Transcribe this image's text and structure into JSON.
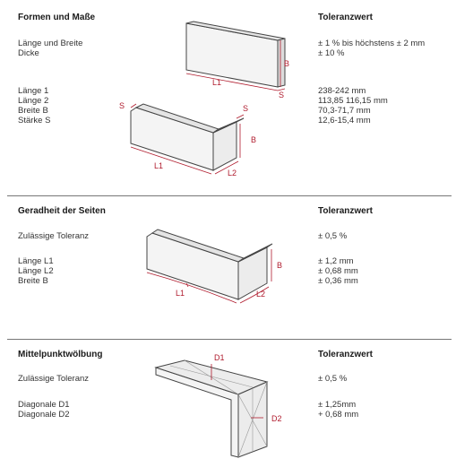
{
  "section1": {
    "title": "Formen und Maße",
    "value_header": "Toleranzwert",
    "rows": [
      {
        "label": "Länge und Breite",
        "value": "± 1 % bis höchstens ± 2 mm"
      },
      {
        "label": "Dicke",
        "value": "± 10 %"
      },
      {
        "label": "Länge 1",
        "value": "238-242 mm"
      },
      {
        "label": "Länge 2",
        "value": "113,85 116,15 mm"
      },
      {
        "label": "Breite B",
        "value": "70,3-71,7 mm"
      },
      {
        "label": "Stärke S",
        "value": "12,6-15,4 mm"
      }
    ],
    "diagram_a": {
      "l1": "L1",
      "b": "B",
      "s": "S"
    },
    "diagram_b": {
      "s_left": "S",
      "s_right": "S",
      "b": "B",
      "l1": "L1",
      "l2": "L2"
    }
  },
  "section2": {
    "title": "Geradheit der Seiten",
    "value_header": "Toleranzwert",
    "rows": [
      {
        "label": "Zulässige Toleranz",
        "value": "± 0,5 %"
      },
      {
        "label": "Länge L1",
        "value": "± 1,2 mm"
      },
      {
        "label": "Länge L2",
        "value": "± 0,68 mm"
      },
      {
        "label": "Breite B",
        "value": "± 0,36 mm"
      }
    ],
    "diagram": {
      "l1": "L1",
      "l2": "L2",
      "b": "B"
    }
  },
  "section3": {
    "title": "Mittelpunktwölbung",
    "value_header": "Toleranzwert",
    "rows": [
      {
        "label": "Zulässige Toleranz",
        "value": "± 0,5 %"
      },
      {
        "label": "Diagonale D1",
        "value": "± 1,25mm"
      },
      {
        "label": "Diagonale D2",
        "value": "+ 0,68 mm"
      }
    ],
    "diagram": {
      "d1": "D1",
      "d2": "D2"
    }
  },
  "colors": {
    "accent": "#b01c2e",
    "line": "#444444",
    "rule": "#777777"
  }
}
